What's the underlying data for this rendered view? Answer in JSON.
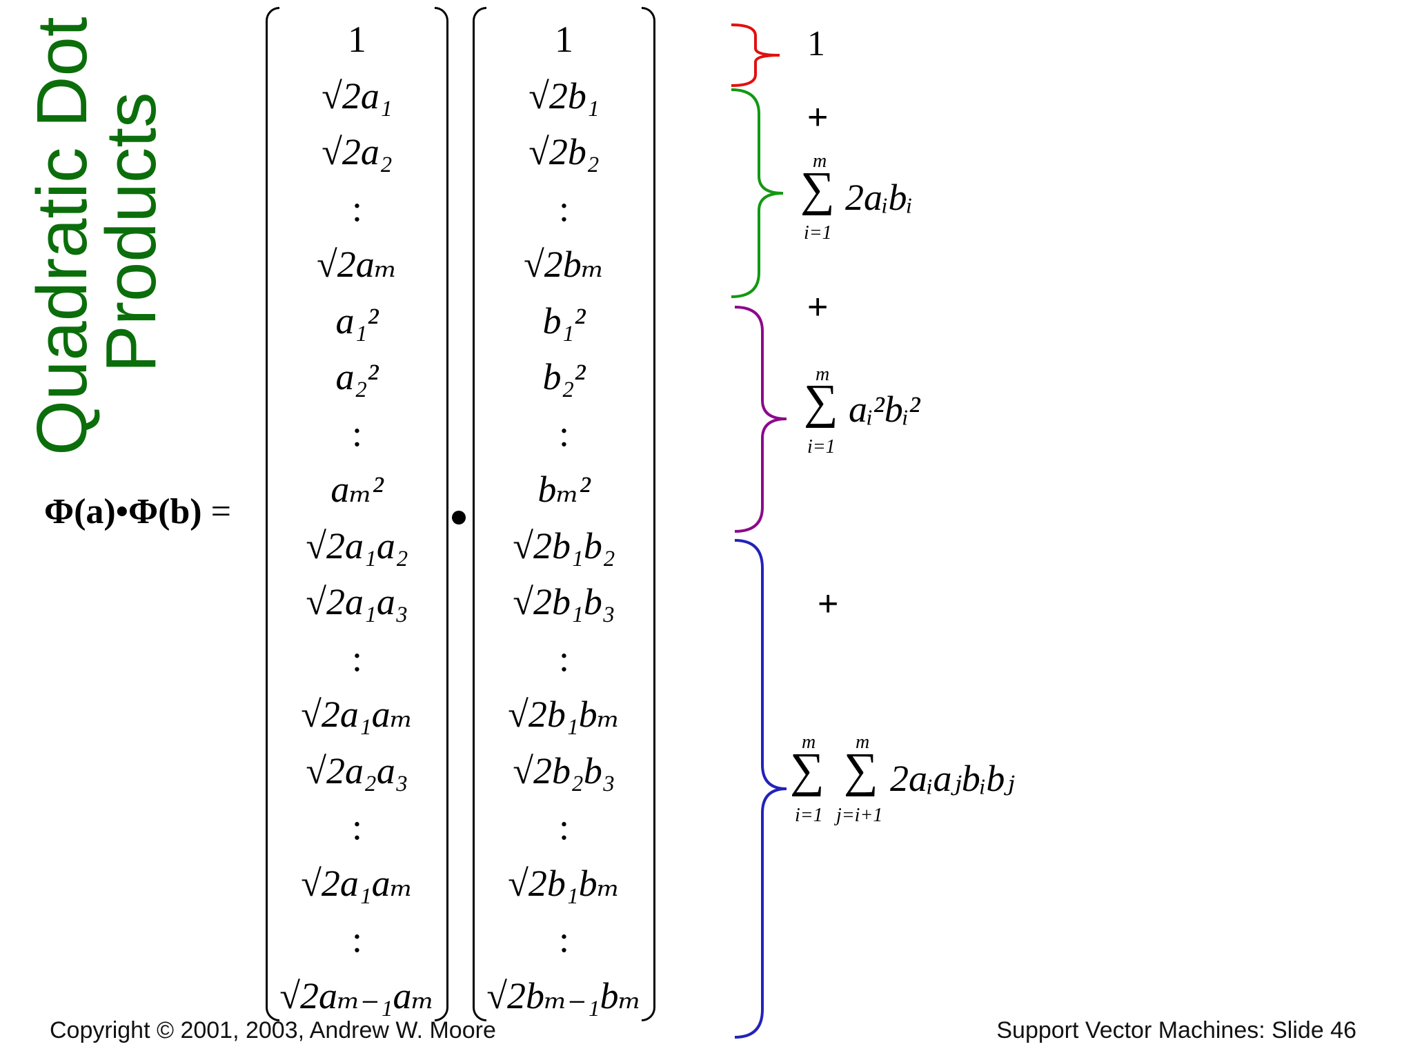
{
  "slide": {
    "title_line1": "Quadratic Dot",
    "title_line2": "Products",
    "lhs": "Φ(a)•Φ(b)",
    "lhs_equals": "=",
    "vector_a": [
      "1",
      "√2a₁",
      "√2a₂",
      ":",
      "√2aₘ",
      "a₁²",
      "a₂²",
      ":",
      "aₘ²",
      "√2a₁a₂",
      "√2a₁a₃",
      ":",
      "√2a₁aₘ",
      "√2a₂a₃",
      ":",
      "√2a₁aₘ",
      ":",
      "√2aₘ₋₁aₘ"
    ],
    "vector_b": [
      "1",
      "√2b₁",
      "√2b₂",
      ":",
      "√2bₘ",
      "b₁²",
      "b₂²",
      ":",
      "bₘ²",
      "√2b₁b₂",
      "√2b₁b₃",
      ":",
      "√2b₁bₘ",
      "√2b₂b₃",
      ":",
      "√2b₁bₘ",
      ":",
      "√2bₘ₋₁bₘ"
    ],
    "terms": {
      "term1": "1",
      "plus1": "+",
      "term2_upper": "m",
      "term2_lower": "i=1",
      "term2_expr": "2aᵢbᵢ",
      "plus2": "+",
      "term3_upper": "m",
      "term3_lower": "i=1",
      "term3_expr": "aᵢ²bᵢ²",
      "plus3": "+",
      "term4_upper_i": "m",
      "term4_lower_i": "i=1",
      "term4_upper_j": "m",
      "term4_lower_j": "j=i+1",
      "term4_expr": "2aᵢaⱼbᵢbⱼ",
      "sigma": "∑"
    },
    "footer_left": "Copyright © 2001, 2003, Andrew W. Moore",
    "footer_right": "Support Vector Machines: Slide 46",
    "colors": {
      "title": "#0b6e0b",
      "brace1": "#e01010",
      "brace2": "#119911",
      "brace3": "#8b0a8b",
      "brace4": "#2222bb"
    }
  }
}
